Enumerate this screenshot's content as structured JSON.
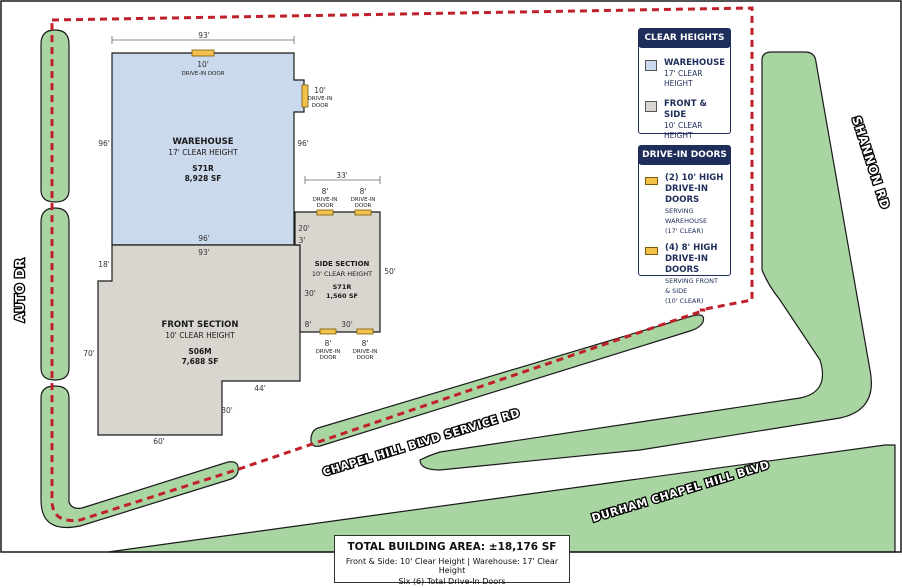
{
  "roads": {
    "auto_dr": "AUTO DR",
    "shannon_rd": "SHANNON RD",
    "service_rd": "CHAPEL HILL BLVD SERVICE RD",
    "durham_blvd": "DURHAM CHAPEL HILL BLVD"
  },
  "warehouse": {
    "name": "WAREHOUSE",
    "height": "17' CLEAR HEIGHT",
    "code": "S71R",
    "area": "8,928 SF",
    "door_label": "10'",
    "door_text": "DRIVE-IN DOOR",
    "side_door_label": "10'",
    "side_door_text_1": "DRIVE-IN",
    "side_door_text_2": "DOOR",
    "dim_top": "93'",
    "dim_left": "96'",
    "dim_right": "96'",
    "dim_bottom": "96'"
  },
  "front": {
    "name": "FRONT SECTION",
    "height": "10' CLEAR HEIGHT",
    "code": "S06M",
    "area": "7,688 SF",
    "dim_top": "93'",
    "dim_18": "18'",
    "dim_70": "70'",
    "dim_60": "60'",
    "dim_30": "30'",
    "dim_44": "44'"
  },
  "side": {
    "name": "SIDE SECTION",
    "height": "10' CLEAR HEIGHT",
    "code": "S71R",
    "area": "1,560 SF",
    "dim_top": "33'",
    "dim_right": "50'",
    "dim_20": "20'",
    "dim_3": "3'",
    "dim_30": "30'",
    "dim_bottom_30": "30'",
    "dim_8": "8'",
    "door_top_1_size": "8'",
    "door_top_2_size": "8'",
    "door_bot_1_size": "8'",
    "door_bot_2_size": "8'",
    "door_text_1": "DRIVE-IN",
    "door_text_2": "DOOR"
  },
  "legend_heights": {
    "header": "CLEAR HEIGHTS",
    "warehouse_title": "WAREHOUSE",
    "warehouse_sub": "17' CLEAR HEIGHT",
    "front_title": "FRONT & SIDE",
    "front_sub": "10' CLEAR HEIGHT",
    "warehouse_color": "#cbd9ec",
    "front_color": "#d9d6d0"
  },
  "legend_doors": {
    "header": "DRIVE-IN DOORS",
    "item1_title_1": "(2) 10' HIGH",
    "item1_title_2": "DRIVE-IN DOORS",
    "item1_sub_1": "SERVING WAREHOUSE",
    "item1_sub_2": "(17' CLEAR)",
    "item2_title_1": "(4) 8' HIGH",
    "item2_title_2": "DRIVE-IN DOORS",
    "item2_sub_1": "SERVING FRONT & SIDE",
    "item2_sub_2": "(10' CLEAR)",
    "door_color": "#f2c14e"
  },
  "summary": {
    "title": "TOTAL BUILDING AREA:  ±18,176 SF",
    "line1": "Front & Side: 10' Clear Height   |   Warehouse: 17' Clear Height",
    "line2": "Six (6) Total Drive-In Doors"
  },
  "colors": {
    "grass": "#a9d5a2",
    "road": "#ffffff",
    "boundary": "#c0202a",
    "outline": "#1a1a1a"
  }
}
